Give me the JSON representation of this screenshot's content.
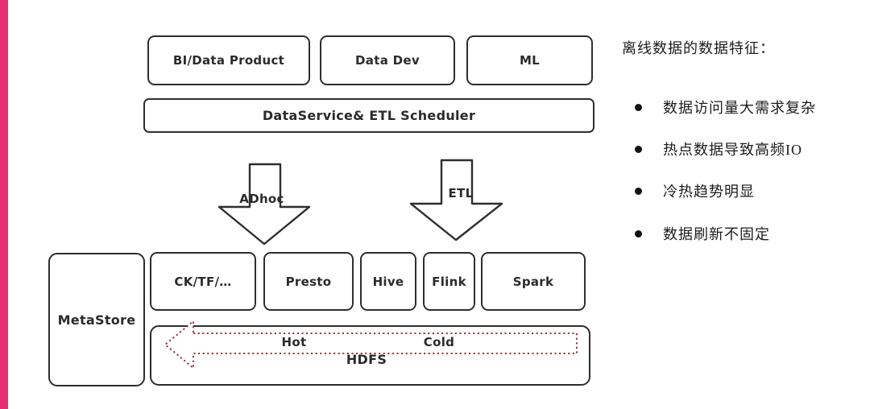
{
  "window": {
    "background": "#ffffff",
    "accent_bar_color": "#e72e72"
  },
  "diagram": {
    "app_layer": {
      "boxes": [
        {
          "label": "BI/Data Product"
        },
        {
          "label": "Data Dev"
        },
        {
          "label": "ML"
        }
      ]
    },
    "service_layer": {
      "label": "DataService& ETL Scheduler"
    },
    "flow_arrows": [
      {
        "label": "ADhoc"
      },
      {
        "label": "ETL"
      }
    ],
    "metastore": {
      "label": "MetaStore"
    },
    "compute_layer": {
      "boxes": [
        {
          "label": "CK/TF/…"
        },
        {
          "label": "Presto"
        },
        {
          "label": "Hive"
        },
        {
          "label": "Flink"
        },
        {
          "label": "Spark"
        }
      ]
    },
    "storage_layer": {
      "label": "HDFS",
      "hot_label": "Hot",
      "cold_label": "Cold",
      "flow_arrow_color": "#a03a3a"
    }
  },
  "notes": {
    "title": "离线数据的数据特征：",
    "bullets": [
      "数据访问量大需求复杂",
      "热点数据导致高频IO",
      "冷热趋势明显",
      "数据刷新不固定"
    ]
  }
}
